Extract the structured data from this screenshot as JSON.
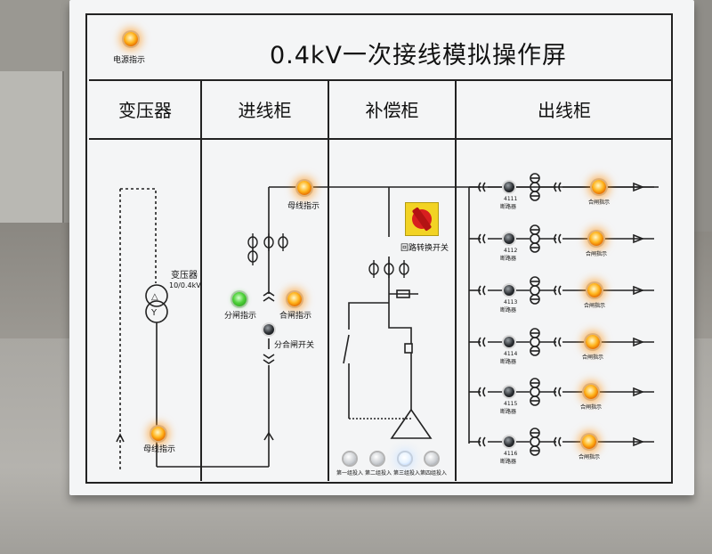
{
  "board": {
    "title": "0.4kV一次接线模拟操作屏",
    "power_indicator_label": "电源指示",
    "sections": [
      "变压器",
      "进线柜",
      "补偿柜",
      "出线柜"
    ]
  },
  "transformer": {
    "label": "变压器",
    "rating": "10/0.4kV",
    "bus_indicator_label": "母线指示"
  },
  "incoming": {
    "bus_indicator_label": "母线指示",
    "open_indicator_label": "分闸指示",
    "close_indicator_label": "合闸指示",
    "switch_label": "分合闸开关"
  },
  "compensation": {
    "circuit_switch_label": "回路转换开关",
    "buttons": [
      "第一组投入",
      "第二组投入",
      "第三组投入",
      "第四组投入"
    ]
  },
  "outgoing": {
    "feeders": [
      {
        "id": "4111",
        "breaker_label": "断路器",
        "indicator_label": "合闸指示"
      },
      {
        "id": "4112",
        "breaker_label": "断路器",
        "indicator_label": "合闸指示"
      },
      {
        "id": "4113",
        "breaker_label": "断路器",
        "indicator_label": "合闸指示"
      },
      {
        "id": "4114",
        "breaker_label": "断路器",
        "indicator_label": "合闸指示"
      },
      {
        "id": "4115",
        "breaker_label": "断路器",
        "indicator_label": "合闸指示"
      },
      {
        "id": "4116",
        "breaker_label": "断路器",
        "indicator_label": "合闸指示"
      }
    ]
  },
  "colors": {
    "lamp_on": "#ffb31a",
    "lamp_green": "#4fd23a",
    "selector": "#f2d324",
    "selector_knob": "#d81f1f"
  }
}
